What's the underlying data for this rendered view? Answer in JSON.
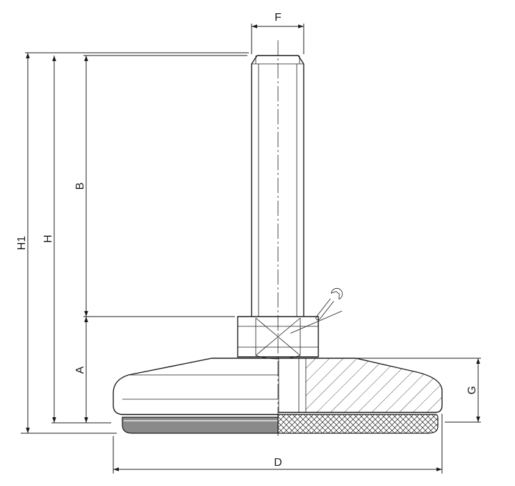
{
  "labels": {
    "F": "F",
    "B": "B",
    "H": "H",
    "H1": "H1",
    "A": "A",
    "G": "G",
    "D": "D"
  },
  "icons": {
    "wrench": "wrench-icon"
  },
  "colors": {
    "line": "#1a1a1a",
    "background": "#ffffff",
    "pad": "#888888"
  }
}
